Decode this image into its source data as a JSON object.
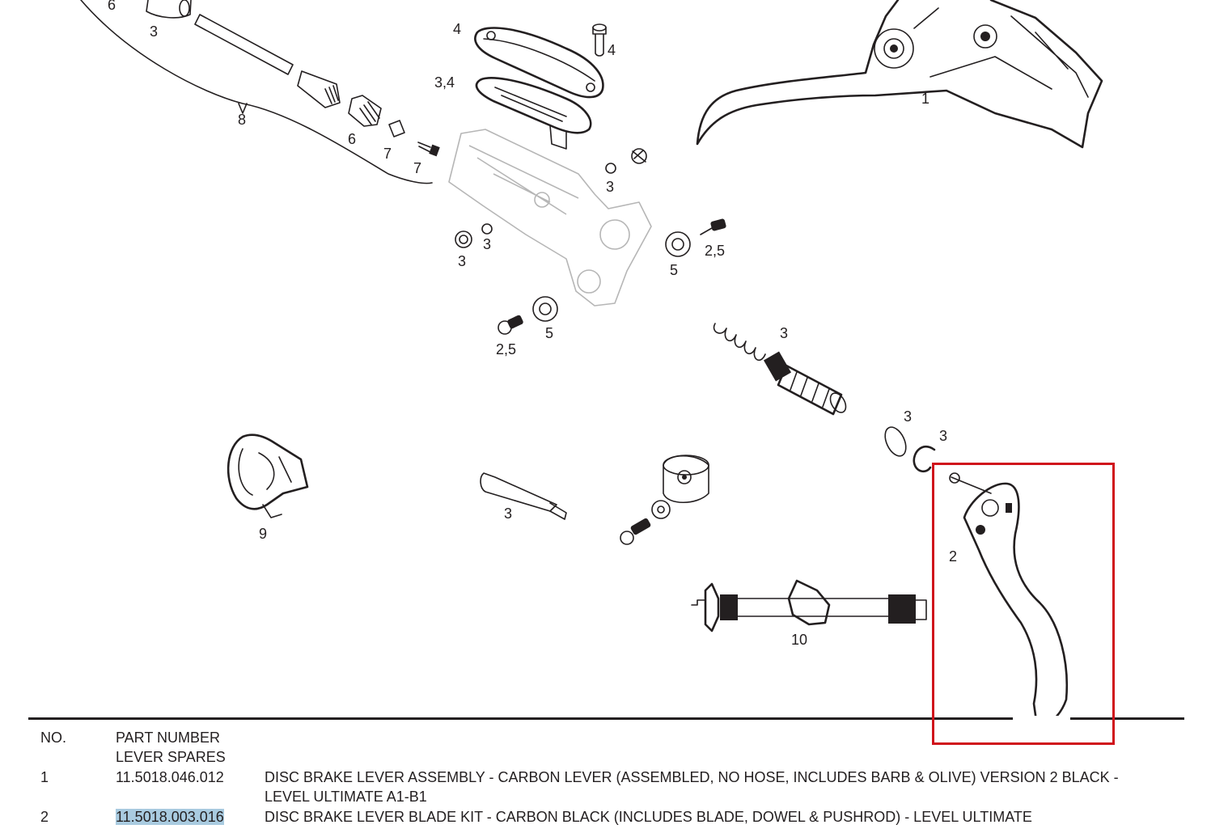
{
  "callouts": {
    "c6_top": "6",
    "c3_top": "3",
    "c4_cover": "4",
    "c4_screw": "4",
    "c34": "3,4",
    "c8": "8",
    "c6": "6",
    "c7a": "7",
    "c7b": "7",
    "c1": "1",
    "c3_bleed": "3",
    "c3_left": "3",
    "c3_leftb": "3",
    "c25_right": "2,5",
    "c5_right": "5",
    "c25_left": "2,5",
    "c5_left": "5",
    "c3_spring": "3",
    "c3_washer": "3",
    "c3_clip": "3",
    "c9": "9",
    "c3_pin": "3",
    "c2": "2",
    "c10": "10"
  },
  "table": {
    "headers": {
      "no": "NO.",
      "part_number": "PART NUMBER",
      "section": "LEVER SPARES"
    },
    "rows": [
      {
        "no": "1",
        "part_number": "11.5018.046.012",
        "description_line1": "DISC BRAKE LEVER ASSEMBLY - CARBON LEVER (ASSEMBLED, NO HOSE, INCLUDES BARB & OLIVE) VERSION 2 BLACK -",
        "description_line2": "LEVEL ULTIMATE A1-B1"
      },
      {
        "no": "2",
        "part_number": "11.5018.003.016",
        "description_line1": "DISC BRAKE LEVER BLADE KIT - CARBON BLACK (INCLUDES BLADE, DOWEL & PUSHROD) - LEVEL ULTIMATE"
      }
    ]
  },
  "colors": {
    "highlight_box": "#d0121b",
    "selection": "#a9cbe0",
    "line": "#231f20",
    "ghost": "#b6b6b6"
  }
}
